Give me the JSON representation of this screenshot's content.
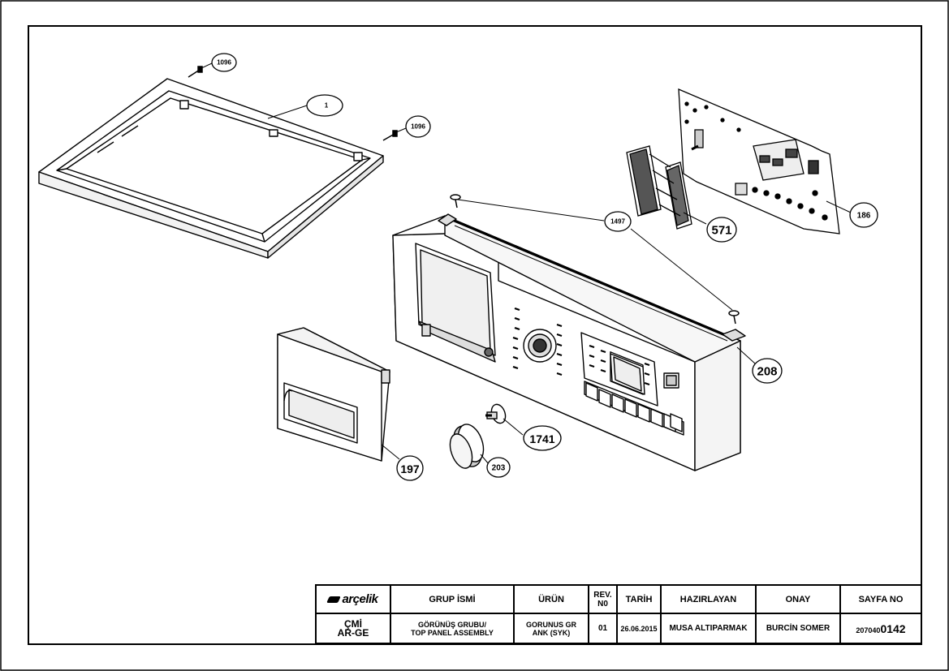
{
  "callouts": [
    {
      "id": "c1096a",
      "label": "1096"
    },
    {
      "id": "c1",
      "label": "1"
    },
    {
      "id": "c1096b",
      "label": "1096"
    },
    {
      "id": "c1497",
      "label": "1497"
    },
    {
      "id": "c571",
      "label": "571"
    },
    {
      "id": "c186",
      "label": "186"
    },
    {
      "id": "c208",
      "label": "208"
    },
    {
      "id": "c197",
      "label": "197"
    },
    {
      "id": "c203",
      "label": "203"
    },
    {
      "id": "c1741",
      "label": "1741"
    }
  ],
  "title_block": {
    "brand": "arçelik",
    "headers": {
      "group_name": "GRUP İSMİ",
      "product": "ÜRÜN",
      "revision": "REV. N0",
      "date": "TARİH",
      "prepared_by": "HAZIRLAYAN",
      "approval": "ONAY",
      "page_no": "SAYFA NO"
    },
    "values": {
      "code_line1": "ÇMİ",
      "code_line2": "AR-GE",
      "group_line1": "GÖRÜNÜŞ GRUBU/",
      "group_line2": "TOP PANEL ASSEMBLY",
      "product_line1": "GORUNUS GR",
      "product_line2": "ANK (SYK)",
      "revision": "01",
      "date": "26.06.2015",
      "prepared_by": "MUSA ALTIPARMAK",
      "approval": "BURCİN SOMER",
      "page_prefix": "207040",
      "page_suffix": "0142"
    }
  }
}
